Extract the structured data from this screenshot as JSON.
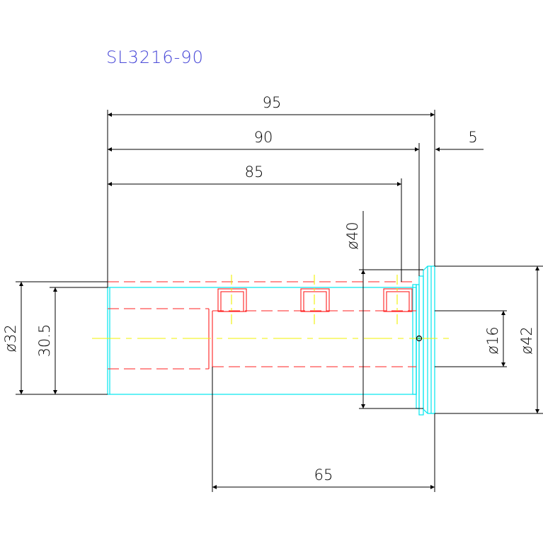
{
  "title": "SL3216-90",
  "dimensions": {
    "overall_length": "95",
    "body_length": "90",
    "inner_length": "85",
    "flange_width": "5",
    "bore_depth": "65",
    "diameter_40": "ø40",
    "diameter_32": "ø32",
    "height_30_5": "30.5",
    "diameter_16": "ø16",
    "diameter_42": "ø42"
  },
  "colors": {
    "dimension": "#000000",
    "body_outline": "#00e5ee",
    "hidden_line": "#ff2020",
    "center_line": "#f0f000",
    "title": "#4a4ad8"
  }
}
